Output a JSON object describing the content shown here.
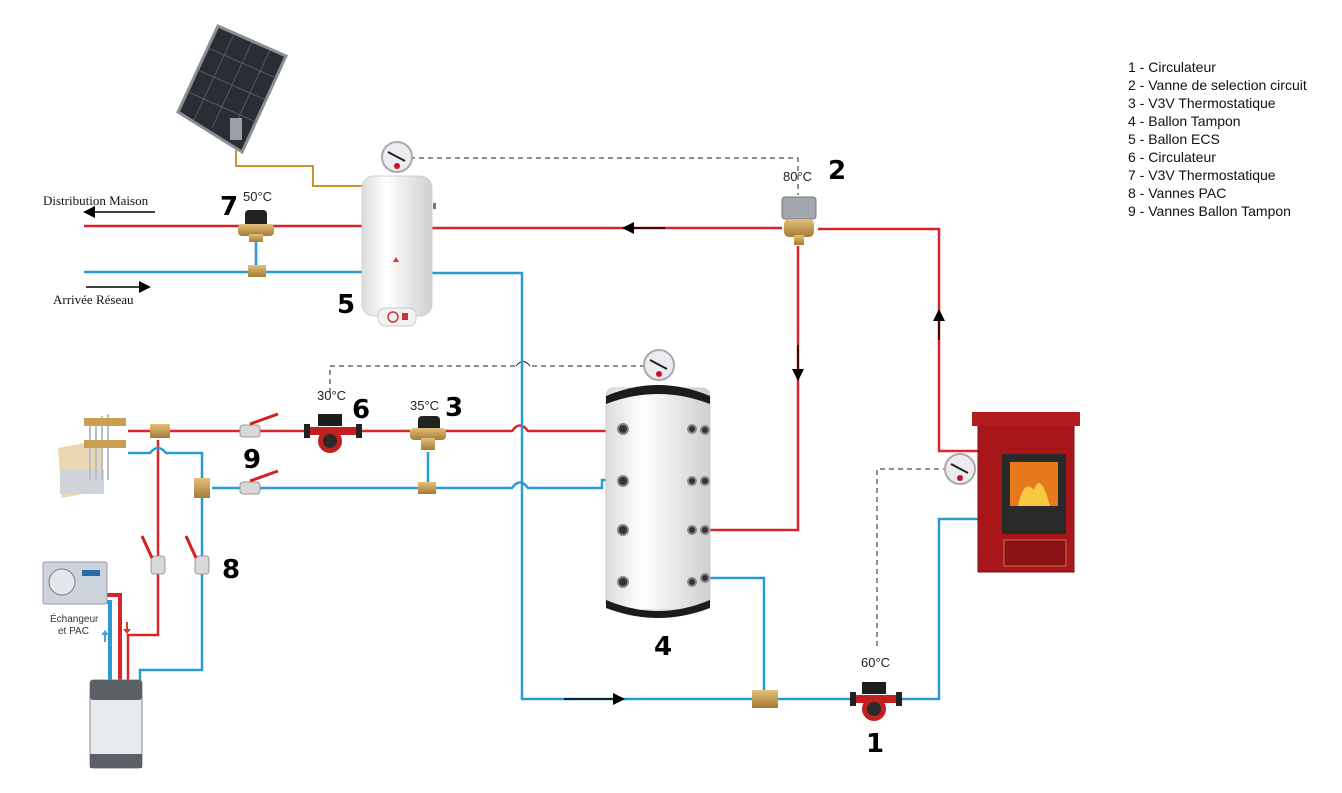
{
  "legend": [
    "1 - Circulateur",
    "2 - Vanne de selection circuit",
    "3 - V3V Thermostatique",
    "4 - Ballon Tampon",
    "5 - Ballon ECS",
    "6 - Circulateur",
    "7 - V3V Thermostatique",
    "8 - Vannes PAC",
    "9 - Vannes Ballon Tampon"
  ],
  "labels": {
    "distribution": "Distribution Maison",
    "arrivee": "Arrivée Réseau",
    "pac_line1": "Échangeur",
    "pac_line2": "et PAC"
  },
  "components": {
    "n1": "1",
    "n2": "2",
    "n3": "3",
    "n4": "4",
    "n5": "5",
    "n6": "6",
    "n7": "7",
    "n8": "8",
    "n9": "9"
  },
  "temperatures": {
    "v7": "50°C",
    "v2": "80°C",
    "p6": "30°C",
    "v3": "35°C",
    "p1": "60°C"
  },
  "colors": {
    "hot": "#d7262b",
    "cold": "#2a9ad0",
    "solar": "#c8962a",
    "control": "#222222"
  }
}
